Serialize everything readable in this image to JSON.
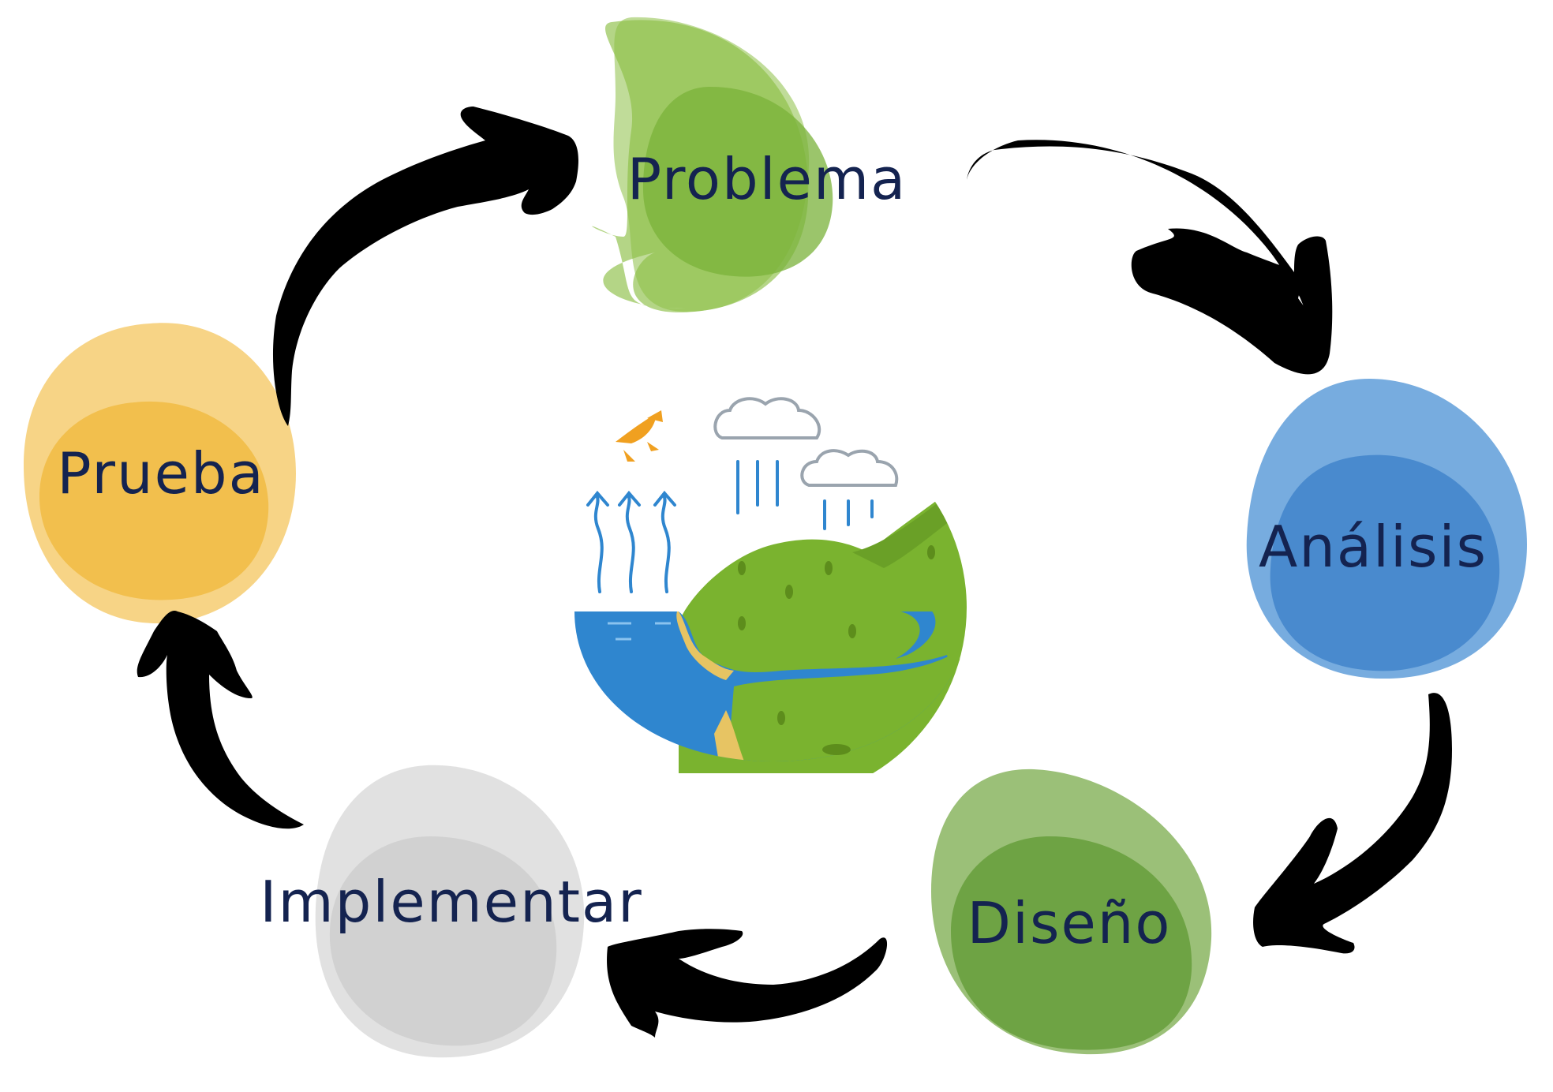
{
  "diagram": {
    "stages": [
      {
        "id": "problema",
        "label": "Problema",
        "color": "#8cbf45"
      },
      {
        "id": "analisis",
        "label": "Análisis",
        "color": "#4a90d4"
      },
      {
        "id": "diseno",
        "label": "Diseño",
        "color": "#70a53e"
      },
      {
        "id": "implementar",
        "label": "Implementar",
        "color": "#d4d4d4"
      },
      {
        "id": "prueba",
        "label": "Prueba",
        "color": "#f2bd45"
      }
    ],
    "arrow_color": "#000000",
    "center_illustration": "water-cycle-illustration"
  }
}
